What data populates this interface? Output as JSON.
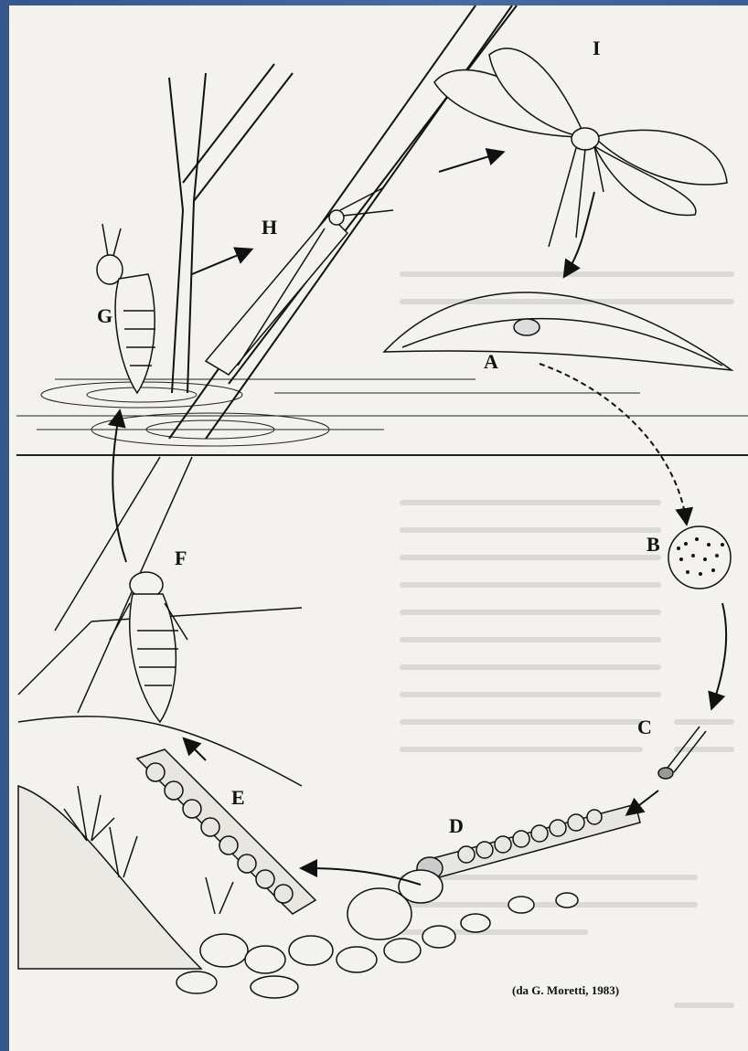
{
  "stage_labels": {
    "a": "A",
    "b": "B",
    "c": "C",
    "d": "D",
    "e": "E",
    "f": "F",
    "g": "G",
    "h": "H",
    "i": "I"
  },
  "credit": "(da G. Moretti, 1983)",
  "colors": {
    "slide_background": "#3f5f94",
    "page": "#f3f2ee",
    "ink": "#111111"
  }
}
